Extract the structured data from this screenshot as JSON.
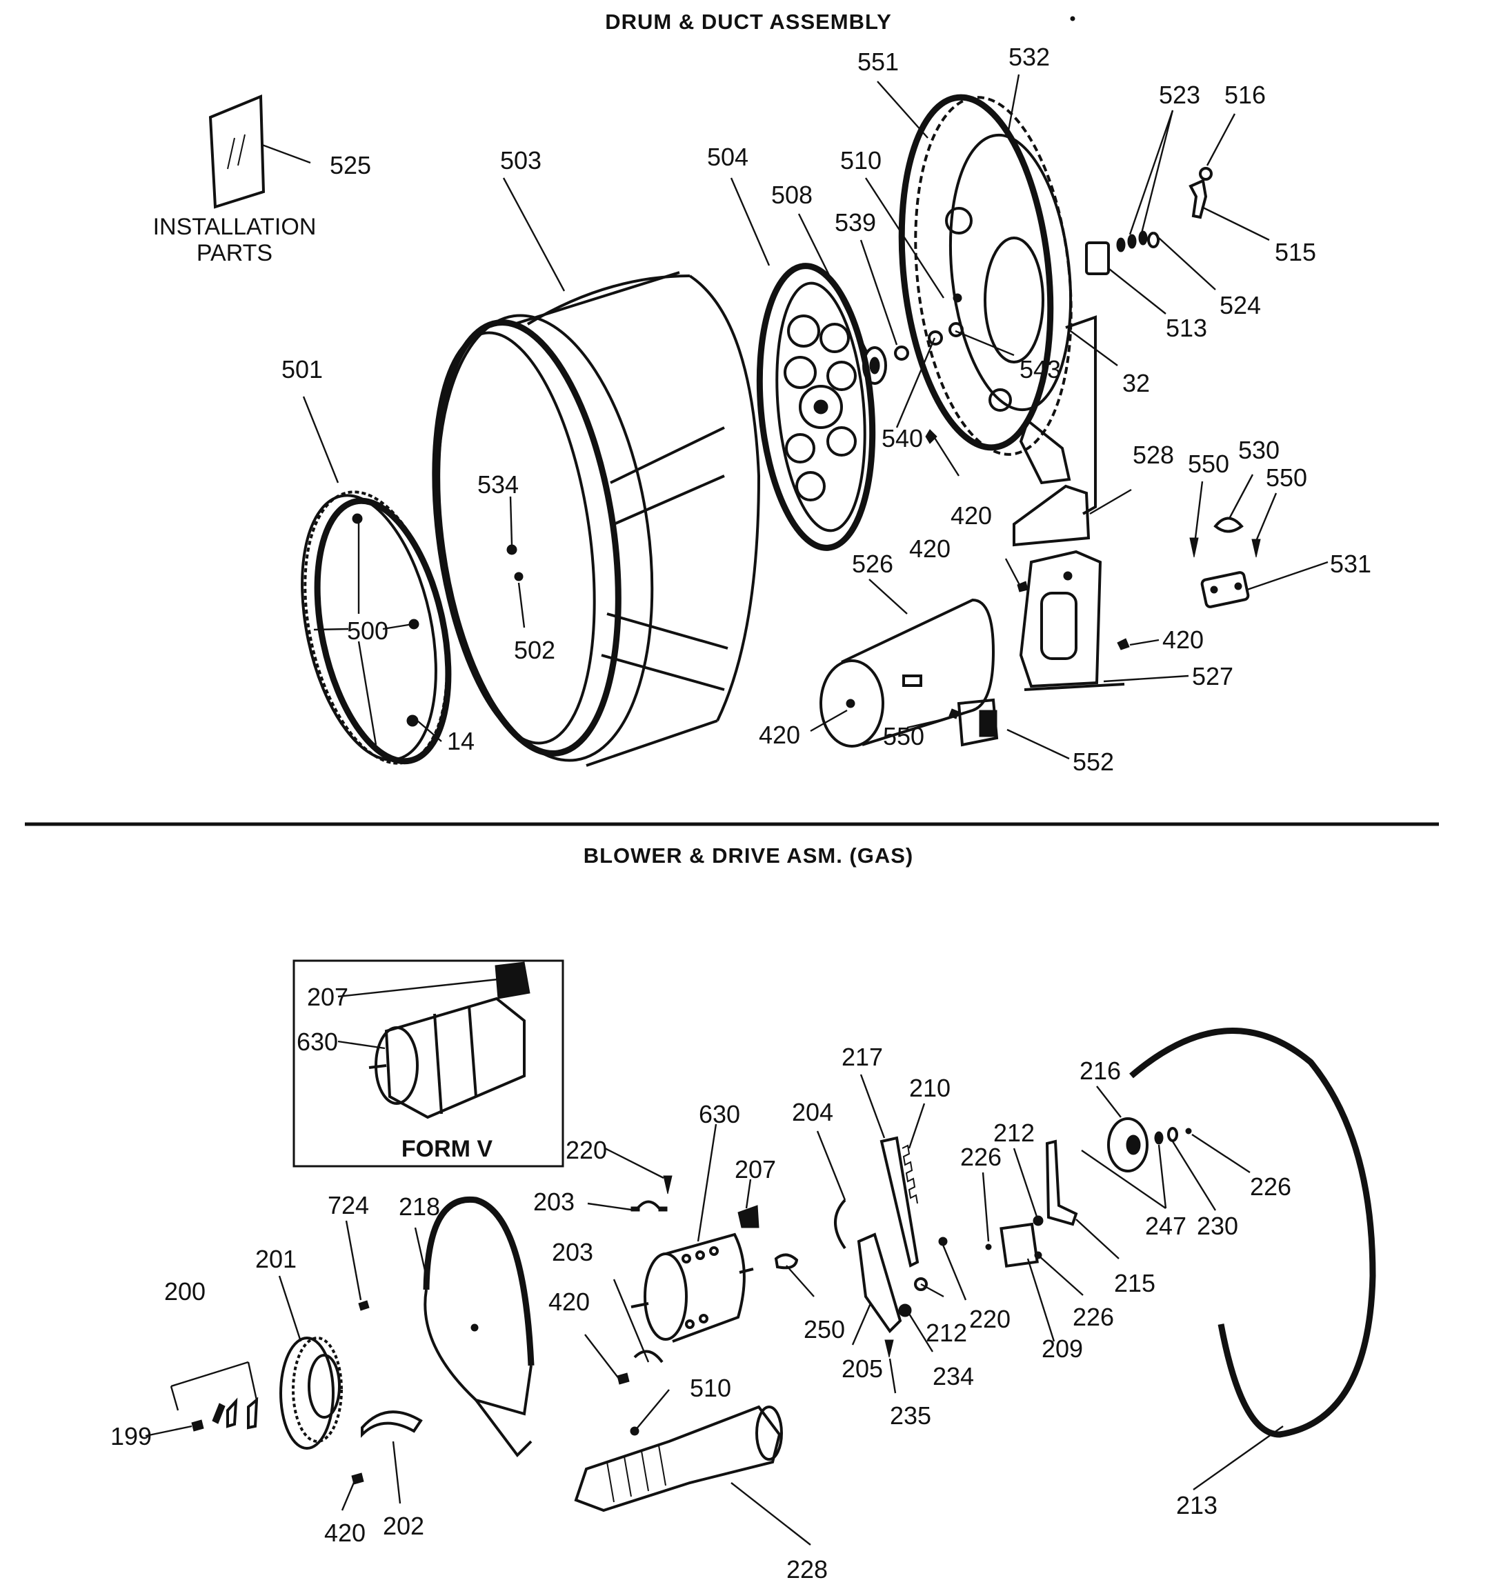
{
  "sections": {
    "drum_title": "DRUM & DUCT ASSEMBLY",
    "blower_title": "BLOWER & DRIVE ASM. (GAS)"
  },
  "installation": {
    "line1": "INSTALLATION",
    "line2": "PARTS"
  },
  "inset": {
    "caption": "FORM V"
  },
  "labels": {
    "l525": "525",
    "l503": "503",
    "l504": "504",
    "l508": "508",
    "l539": "539",
    "l510a": "510",
    "l551": "551",
    "l532": "532",
    "l523": "523",
    "l516": "516",
    "l515": "515",
    "l524": "524",
    "l513": "513",
    "l543": "543",
    "l32": "32",
    "l501": "501",
    "l534": "534",
    "l502": "502",
    "l500": "500",
    "l14": "14",
    "l540": "540",
    "l420a": "420",
    "l528": "528",
    "l550a": "550",
    "l530": "530",
    "l550b": "550",
    "l420b": "420",
    "l531": "531",
    "l526": "526",
    "l420c": "420",
    "l527": "527",
    "l420d": "420",
    "l550c": "550",
    "l552": "552",
    "l207a": "207",
    "l630a": "630",
    "l220a": "220",
    "l630b": "630",
    "l207b": "207",
    "l204": "204",
    "l217": "217",
    "l210": "210",
    "l216": "216",
    "l212a": "212",
    "l226a": "226",
    "l247": "247",
    "l230": "230",
    "l226b": "226",
    "l203a": "203",
    "l203b": "203",
    "l724": "724",
    "l218": "218",
    "l201": "201",
    "l200": "200",
    "l420e": "420",
    "l250": "250",
    "l205": "205",
    "l212b": "212",
    "l220b": "220",
    "l226c": "226",
    "l215": "215",
    "l209": "209",
    "l234": "234",
    "l235": "235",
    "l199": "199",
    "l510b": "510",
    "l202": "202",
    "l420f": "420",
    "l228": "228",
    "l213": "213"
  }
}
